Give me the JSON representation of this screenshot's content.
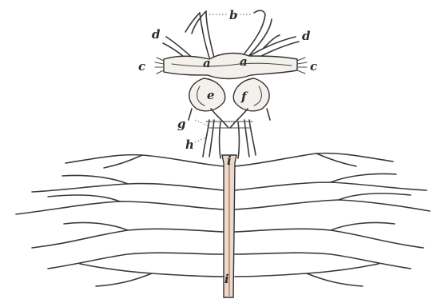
{
  "labels": {
    "a_left": "a",
    "a_right": "a",
    "b": "b",
    "c_left": "c",
    "c_right": "c",
    "d_left": "d",
    "d_right": "d",
    "e": "e",
    "f": "f",
    "g": "g",
    "h": "h",
    "i_upper": "i",
    "i_lower": "i"
  }
}
